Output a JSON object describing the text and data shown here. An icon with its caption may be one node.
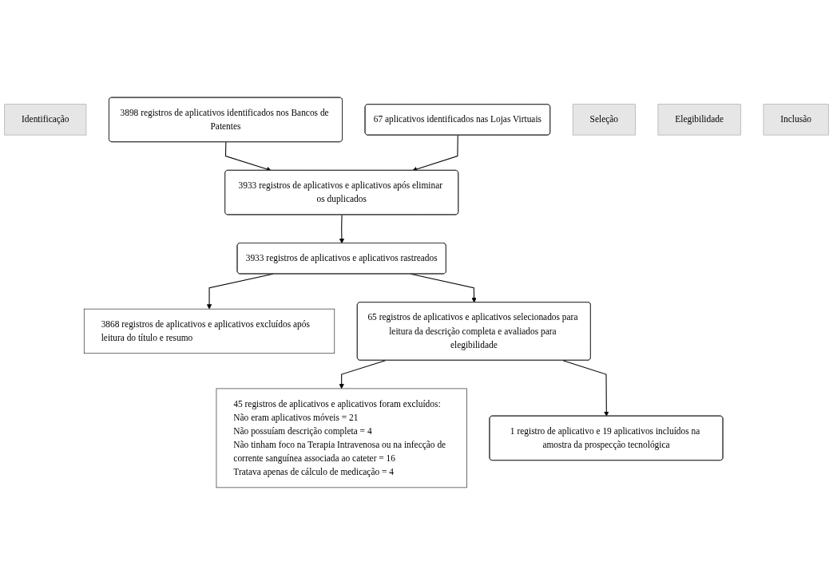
{
  "diagram": {
    "nodes": [
      {
        "text": [
          "Identificação"
        ]
      },
      {
        "text": [
          "3898 registros de aplicativos identificados nos Bancos de Patentes"
        ]
      },
      {
        "text": [
          "67 aplicativos identificados nas Lojas Virtuais"
        ]
      },
      {
        "text": [
          "3933 registros de aplicativos e aplicativos após eliminar os duplicados"
        ]
      },
      {
        "text": [
          "Seleção"
        ]
      },
      {
        "text": [
          "3933 registros de aplicativos e aplicativos rastreados"
        ]
      },
      {
        "text": [
          "3868 registros de aplicativos e aplicativos excluídos após leitura do título e resumo"
        ]
      },
      {
        "text": [
          "Elegibilidade"
        ]
      },
      {
        "text": [
          "65 registros de aplicativos e aplicativos selecionados para leitura da descrição completa e avaliados para elegibilidade"
        ]
      },
      {
        "text": [
          "45 registros de aplicativos e aplicativos foram excluídos:",
          "Não eram aplicativos móveis = 21",
          "Não possuíam descrição completa = 4",
          "Não tinham foco na Terapia Intravenosa ou na infecção de corrente sanguínea associada ao cateter = 16",
          "Tratava apenas de cálculo de medicação = 4"
        ]
      },
      {
        "text": [
          "Inclusão"
        ]
      },
      {
        "text": [
          "1 registro de aplicativo e 19 aplicativos incluídos na amostra da prospecção tecnológica"
        ]
      }
    ],
    "edges": [
      {
        "from": 1,
        "to": 3,
        "arrow": "to"
      },
      {
        "from": 2,
        "to": 3,
        "arrow": "to"
      },
      {
        "from": 3,
        "to": 5,
        "arrow": "to"
      },
      {
        "from": 5,
        "to": 6,
        "arrow": "to"
      },
      {
        "from": 5,
        "to": 8,
        "arrow": "to"
      },
      {
        "from": 8,
        "to": 9,
        "arrow": "to"
      },
      {
        "from": 8,
        "to": 11,
        "arrow": "to"
      }
    ]
  }
}
